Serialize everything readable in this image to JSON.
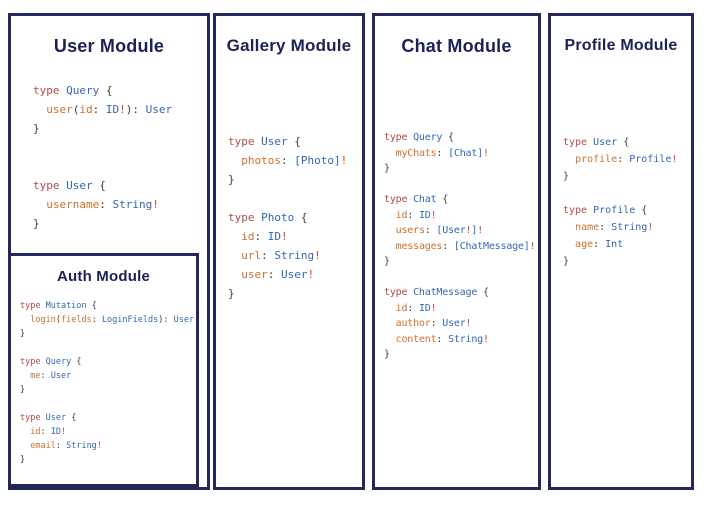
{
  "colors": {
    "border": "#23275a",
    "title": "#1e2155",
    "kw": "#b04b4b",
    "tn": "#3466b0",
    "ref": "#3466b0",
    "fld": "#c8722f",
    "pu": "#3d3d3d",
    "bang": "#c2473d"
  },
  "modules": [
    {
      "id": "user",
      "title": "User Module",
      "code": [
        [
          [
            "kw",
            "type "
          ],
          [
            "tn",
            "Query "
          ],
          [
            "pu",
            "{"
          ]
        ],
        [
          [
            "pu",
            "  "
          ],
          [
            "fld",
            "user"
          ],
          [
            "pu",
            "("
          ],
          [
            "fld",
            "id"
          ],
          [
            "pu",
            ": "
          ],
          [
            "ref",
            "ID"
          ],
          [
            "bang",
            "!"
          ],
          [
            "pu",
            "): "
          ],
          [
            "ref",
            "User"
          ]
        ],
        [
          [
            "pu",
            "}"
          ]
        ],
        [],
        [],
        [
          [
            "kw",
            "type "
          ],
          [
            "tn",
            "User "
          ],
          [
            "pu",
            "{"
          ]
        ],
        [
          [
            "pu",
            "  "
          ],
          [
            "fld",
            "username"
          ],
          [
            "pu",
            ": "
          ],
          [
            "ref",
            "String"
          ],
          [
            "bang",
            "!"
          ]
        ],
        [
          [
            "pu",
            "}"
          ]
        ]
      ]
    },
    {
      "id": "gallery",
      "title": "Gallery Module",
      "code": [
        [
          [
            "kw",
            "type "
          ],
          [
            "tn",
            "User "
          ],
          [
            "pu",
            "{"
          ]
        ],
        [
          [
            "pu",
            "  "
          ],
          [
            "fld",
            "photos"
          ],
          [
            "pu",
            ": "
          ],
          [
            "ref",
            "[Photo]"
          ],
          [
            "bang",
            "!"
          ]
        ],
        [
          [
            "pu",
            "}"
          ]
        ],
        [],
        [
          [
            "kw",
            "type "
          ],
          [
            "tn",
            "Photo "
          ],
          [
            "pu",
            "{"
          ]
        ],
        [
          [
            "pu",
            "  "
          ],
          [
            "fld",
            "id"
          ],
          [
            "pu",
            ": "
          ],
          [
            "ref",
            "ID"
          ],
          [
            "bang",
            "!"
          ]
        ],
        [
          [
            "pu",
            "  "
          ],
          [
            "fld",
            "url"
          ],
          [
            "pu",
            ": "
          ],
          [
            "ref",
            "String"
          ],
          [
            "bang",
            "!"
          ]
        ],
        [
          [
            "pu",
            "  "
          ],
          [
            "fld",
            "user"
          ],
          [
            "pu",
            ": "
          ],
          [
            "ref",
            "User"
          ],
          [
            "bang",
            "!"
          ]
        ],
        [
          [
            "pu",
            "}"
          ]
        ]
      ]
    },
    {
      "id": "chat",
      "title": "Chat Module",
      "code": [
        [
          [
            "kw",
            "type "
          ],
          [
            "tn",
            "Query "
          ],
          [
            "pu",
            "{"
          ]
        ],
        [
          [
            "pu",
            "  "
          ],
          [
            "fld",
            "myChats"
          ],
          [
            "pu",
            ": "
          ],
          [
            "ref",
            "[Chat]"
          ],
          [
            "bang",
            "!"
          ]
        ],
        [
          [
            "pu",
            "}"
          ]
        ],
        [],
        [
          [
            "kw",
            "type "
          ],
          [
            "tn",
            "Chat "
          ],
          [
            "pu",
            "{"
          ]
        ],
        [
          [
            "pu",
            "  "
          ],
          [
            "fld",
            "id"
          ],
          [
            "pu",
            ": "
          ],
          [
            "ref",
            "ID"
          ],
          [
            "bang",
            "!"
          ]
        ],
        [
          [
            "pu",
            "  "
          ],
          [
            "fld",
            "users"
          ],
          [
            "pu",
            ": "
          ],
          [
            "ref",
            "[User"
          ],
          [
            "bang",
            "!"
          ],
          [
            "ref",
            "]"
          ],
          [
            "bang",
            "!"
          ]
        ],
        [
          [
            "pu",
            "  "
          ],
          [
            "fld",
            "messages"
          ],
          [
            "pu",
            ": "
          ],
          [
            "ref",
            "[ChatMessage]"
          ],
          [
            "bang",
            "!"
          ]
        ],
        [
          [
            "pu",
            "}"
          ]
        ],
        [],
        [
          [
            "kw",
            "type "
          ],
          [
            "tn",
            "ChatMessage "
          ],
          [
            "pu",
            "{"
          ]
        ],
        [
          [
            "pu",
            "  "
          ],
          [
            "fld",
            "id"
          ],
          [
            "pu",
            ": "
          ],
          [
            "ref",
            "ID"
          ],
          [
            "bang",
            "!"
          ]
        ],
        [
          [
            "pu",
            "  "
          ],
          [
            "fld",
            "author"
          ],
          [
            "pu",
            ": "
          ],
          [
            "ref",
            "User"
          ],
          [
            "bang",
            "!"
          ]
        ],
        [
          [
            "pu",
            "  "
          ],
          [
            "fld",
            "content"
          ],
          [
            "pu",
            ": "
          ],
          [
            "ref",
            "String"
          ],
          [
            "bang",
            "!"
          ]
        ],
        [
          [
            "pu",
            "}"
          ]
        ]
      ]
    },
    {
      "id": "profile",
      "title": "Profile Module",
      "code": [
        [
          [
            "kw",
            "type "
          ],
          [
            "tn",
            "User "
          ],
          [
            "pu",
            "{"
          ]
        ],
        [
          [
            "pu",
            "  "
          ],
          [
            "fld",
            "profile"
          ],
          [
            "pu",
            ": "
          ],
          [
            "ref",
            "Profile"
          ],
          [
            "bang",
            "!"
          ]
        ],
        [
          [
            "pu",
            "}"
          ]
        ],
        [],
        [
          [
            "kw",
            "type "
          ],
          [
            "tn",
            "Profile "
          ],
          [
            "pu",
            "{"
          ]
        ],
        [
          [
            "pu",
            "  "
          ],
          [
            "fld",
            "name"
          ],
          [
            "pu",
            ": "
          ],
          [
            "ref",
            "String"
          ],
          [
            "bang",
            "!"
          ]
        ],
        [
          [
            "pu",
            "  "
          ],
          [
            "fld",
            "age"
          ],
          [
            "pu",
            ": "
          ],
          [
            "ref",
            "Int"
          ]
        ],
        [
          [
            "pu",
            "}"
          ]
        ]
      ]
    },
    {
      "id": "auth",
      "title": "Auth Module",
      "code": [
        [
          [
            "kw",
            "type "
          ],
          [
            "tn",
            "Mutation "
          ],
          [
            "pu",
            "{"
          ]
        ],
        [
          [
            "pu",
            "  "
          ],
          [
            "fld",
            "login"
          ],
          [
            "pu",
            "("
          ],
          [
            "fld",
            "fields"
          ],
          [
            "pu",
            ": "
          ],
          [
            "ref",
            "LoginFields"
          ],
          [
            "pu",
            "): "
          ],
          [
            "ref",
            "User"
          ]
        ],
        [
          [
            "pu",
            "}"
          ]
        ],
        [],
        [
          [
            "kw",
            "type "
          ],
          [
            "tn",
            "Query "
          ],
          [
            "pu",
            "{"
          ]
        ],
        [
          [
            "pu",
            "  "
          ],
          [
            "fld",
            "me"
          ],
          [
            "pu",
            ": "
          ],
          [
            "ref",
            "User"
          ]
        ],
        [
          [
            "pu",
            "}"
          ]
        ],
        [],
        [
          [
            "kw",
            "type "
          ],
          [
            "tn",
            "User "
          ],
          [
            "pu",
            "{"
          ]
        ],
        [
          [
            "pu",
            "  "
          ],
          [
            "fld",
            "id"
          ],
          [
            "pu",
            ": "
          ],
          [
            "ref",
            "ID"
          ],
          [
            "bang",
            "!"
          ]
        ],
        [
          [
            "pu",
            "  "
          ],
          [
            "fld",
            "email"
          ],
          [
            "pu",
            ": "
          ],
          [
            "ref",
            "String"
          ],
          [
            "bang",
            "!"
          ]
        ],
        [
          [
            "pu",
            "}"
          ]
        ]
      ]
    }
  ]
}
